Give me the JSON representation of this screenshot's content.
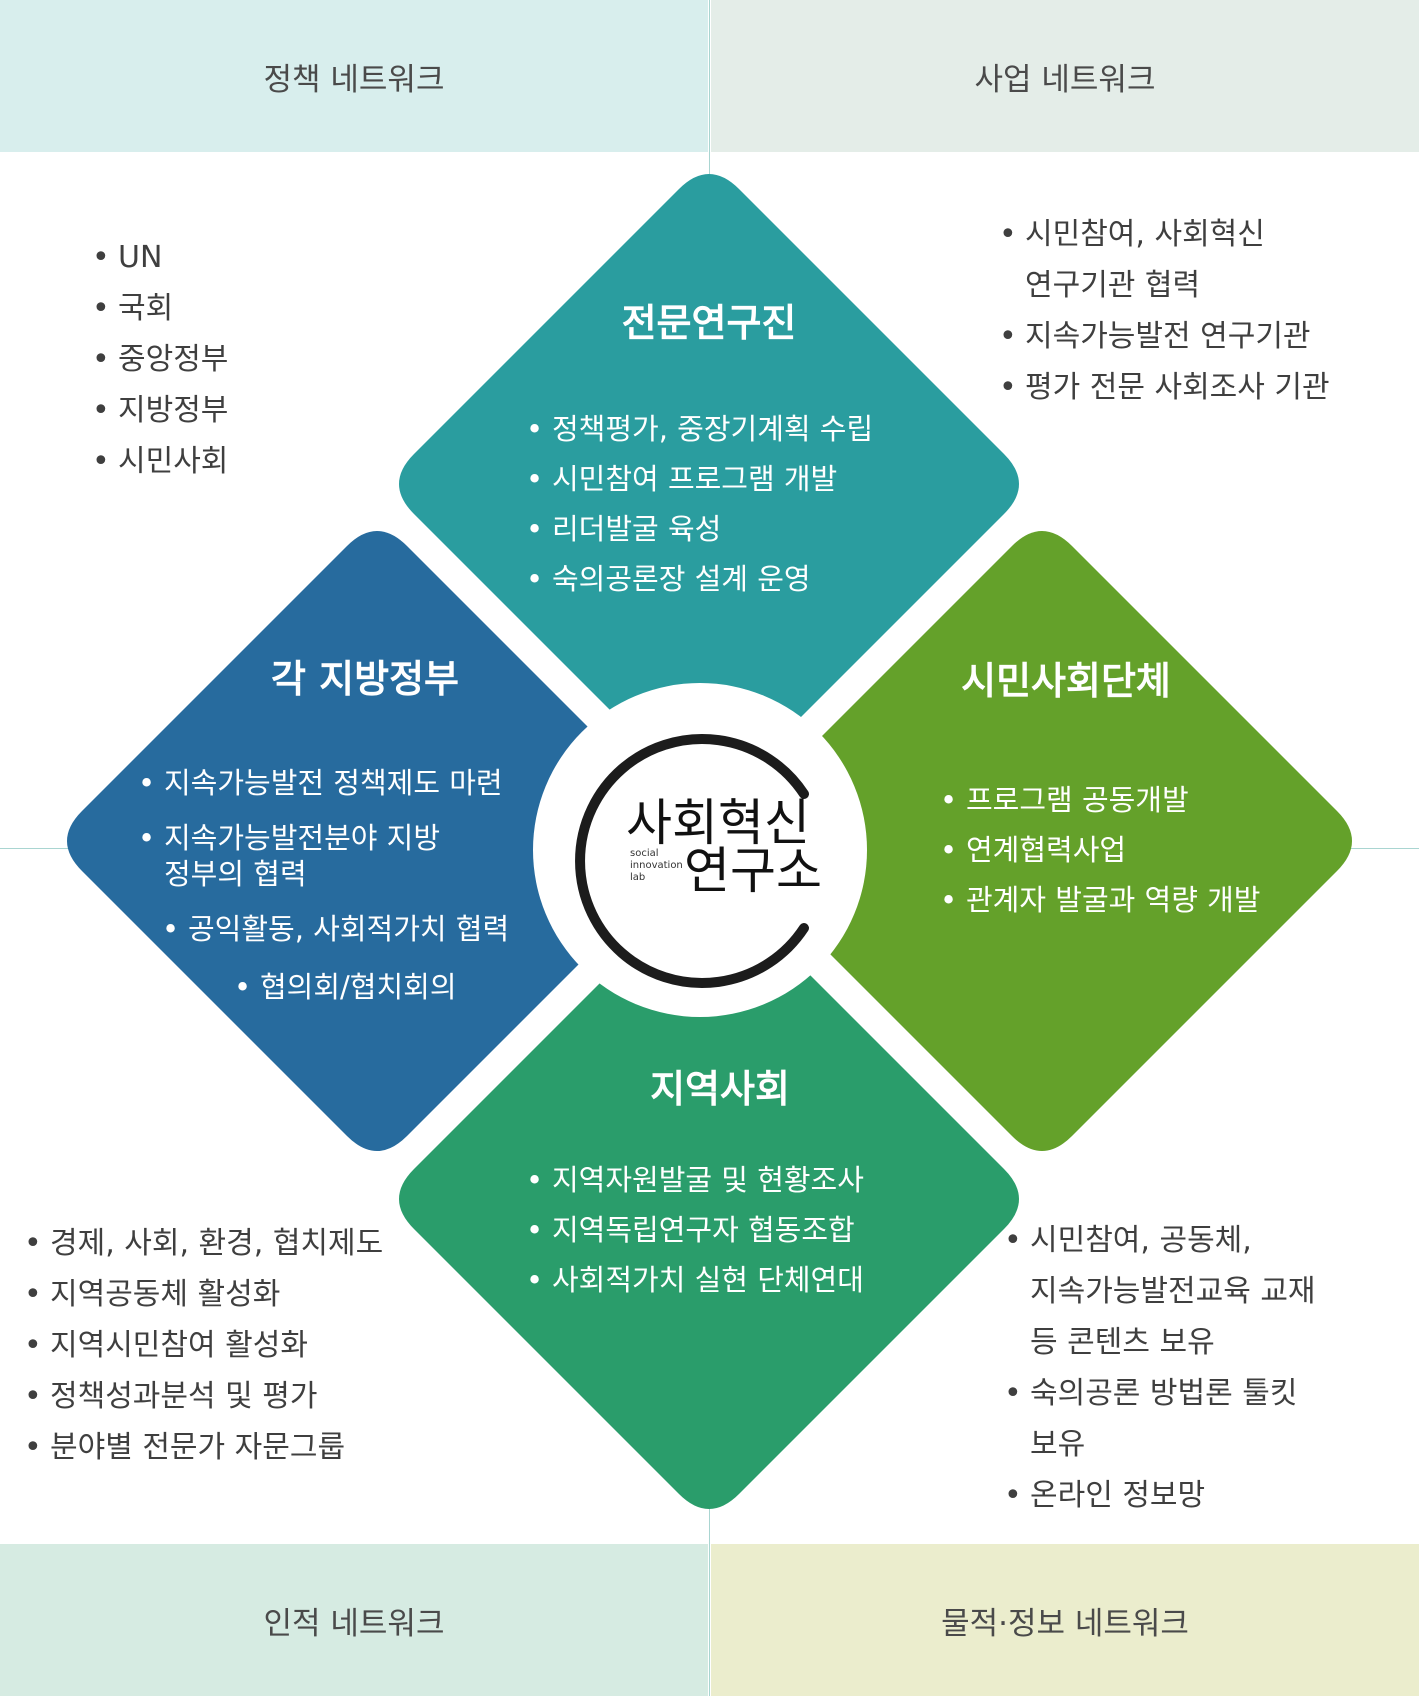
{
  "corners": {
    "top_left": "정책 네트워크",
    "top_right": "사업 네트워크",
    "bottom_left": "인적 네트워크",
    "bottom_right": "물적·정보 네트워크"
  },
  "diamonds": {
    "top": {
      "title": "전문연구진",
      "color": "#2a9d9f",
      "items": [
        "정책평가, 중장기계획 수립",
        "시민참여 프로그램 개발",
        "리더발굴 육성",
        "숙의공론장 설계 운영"
      ]
    },
    "left": {
      "title": "각 지방정부",
      "color": "#276b9e",
      "items": [
        "지속가능발전 정책제도 마련",
        "지속가능발전분야 지방",
        "정부의 협력",
        "공익활동, 사회적가치 협력",
        "협의회/협치회의"
      ]
    },
    "right": {
      "title": "시민사회단체",
      "color": "#64a12a",
      "items": [
        "프로그램 공동개발",
        "연계협력사업",
        "관계자 발굴과 역량 개발"
      ]
    },
    "bottom": {
      "title": "지역사회",
      "color": "#2a9d6b",
      "items": [
        "지역자원발굴 및 현황조사",
        "지역독립연구자 협동조합",
        "사회적가치 실현 단체연대"
      ]
    }
  },
  "outer_lists": {
    "top_left": [
      "UN",
      "국회",
      "중앙정부",
      "지방정부",
      "시민사회"
    ],
    "top_right": [
      "시민참여, 사회혁신",
      "연구기관 협력",
      "지속가능발전 연구기관",
      "평가 전문 사회조사 기관"
    ],
    "bottom_left": [
      "경제, 사회, 환경, 협치제도",
      "지역공동체 활성화",
      "지역시민참여 활성화",
      "정책성과분석 및 평가",
      "분야별 전문가 자문그룹"
    ],
    "bottom_right": [
      "시민참여, 공동체,",
      "지속가능발전교육 교재",
      "등 콘텐츠 보유",
      "숙의공론 방법론 툴킷",
      "보유",
      "온라인 정보망"
    ]
  },
  "logo": {
    "line1": "사회혁신",
    "line2": "연구소",
    "sub1": "social",
    "sub2": "innovation",
    "sub3": "lab"
  }
}
